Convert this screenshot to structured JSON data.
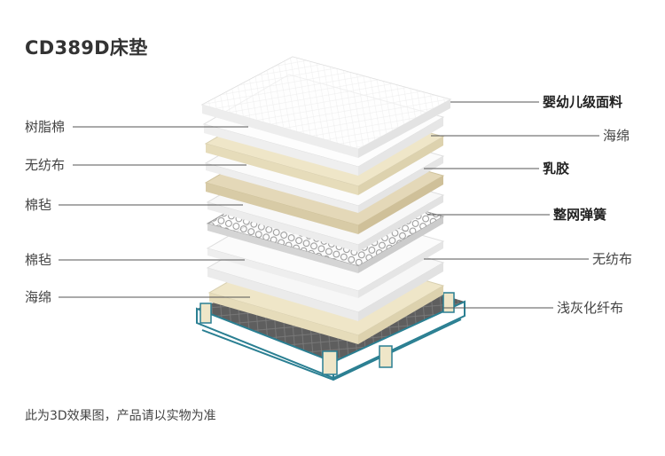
{
  "title": "CD389D床垫",
  "labels_left": [
    {
      "key": "l1",
      "text": "树脂棉"
    },
    {
      "key": "l2",
      "text": "无纺布"
    },
    {
      "key": "l3",
      "text": "棉毡"
    },
    {
      "key": "l4",
      "text": "棉毡"
    },
    {
      "key": "l5",
      "text": "海绵"
    }
  ],
  "labels_right": [
    {
      "key": "r1",
      "text": "婴幼儿级面料",
      "bold": true
    },
    {
      "key": "r2",
      "text": "海绵",
      "bold": false
    },
    {
      "key": "r3",
      "text": "乳胶",
      "bold": true
    },
    {
      "key": "r4",
      "text": "整网弹簧",
      "bold": true
    },
    {
      "key": "r5",
      "text": "无纺布",
      "bold": false
    },
    {
      "key": "r6",
      "text": "浅灰化纤布",
      "bold": false
    }
  ],
  "footnote": "此为3D效果图，产品请以实物为准",
  "colors": {
    "frame_blue": "#2a7f92",
    "cream": "#efe6c8",
    "wood": "#e2d6b6",
    "base_gray": "#6a6a6a",
    "line": "#555555"
  }
}
